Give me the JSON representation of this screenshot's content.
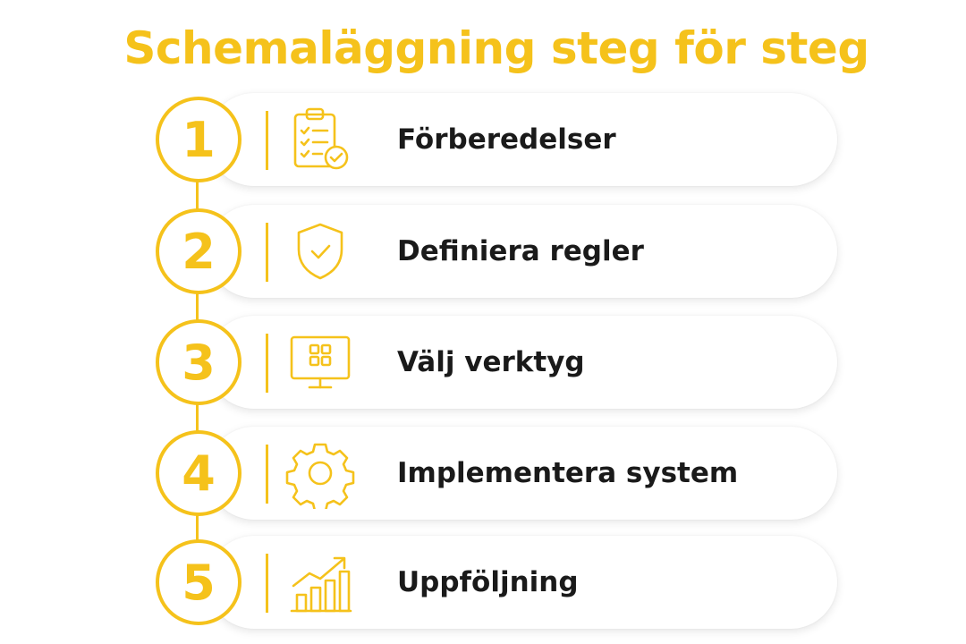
{
  "title": "Schemaläggning steg för steg",
  "accent_color": "#f5c21b",
  "steps": [
    {
      "number": "1",
      "label": "Förberedelser",
      "icon": "clipboard-checklist-icon"
    },
    {
      "number": "2",
      "label": "Definiera regler",
      "icon": "shield-check-icon"
    },
    {
      "number": "3",
      "label": "Välj verktyg",
      "icon": "monitor-apps-icon"
    },
    {
      "number": "4",
      "label": "Implementera system",
      "icon": "gear-icon"
    },
    {
      "number": "5",
      "label": "Uppföljning",
      "icon": "growth-chart-icon"
    }
  ]
}
